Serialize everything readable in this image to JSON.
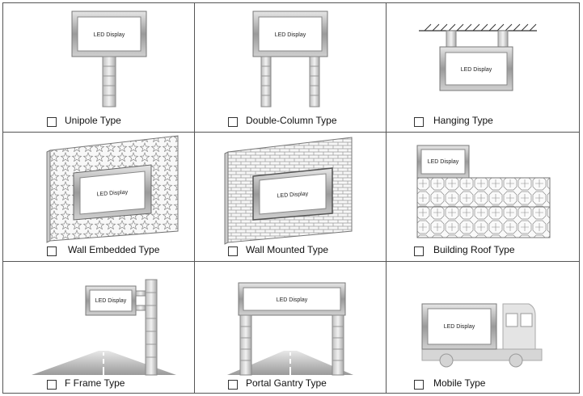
{
  "display_label": "LED Display",
  "types": [
    {
      "label": "Unipole Type",
      "icon": "unipole-billboard-icon"
    },
    {
      "label": "Double-Column Type",
      "icon": "double-column-billboard-icon"
    },
    {
      "label": "Hanging Type",
      "icon": "hanging-display-icon"
    },
    {
      "label": "Wall Embedded Type",
      "icon": "wall-embedded-display-icon"
    },
    {
      "label": "Wall Mounted Type",
      "icon": "wall-mounted-display-icon"
    },
    {
      "label": "Building Roof Type",
      "icon": "building-roof-display-icon"
    },
    {
      "label": "F Frame Type",
      "icon": "f-frame-display-icon"
    },
    {
      "label": "Portal Gantry Type",
      "icon": "portal-gantry-display-icon"
    },
    {
      "label": "Mobile Type",
      "icon": "mobile-truck-display-icon"
    }
  ]
}
